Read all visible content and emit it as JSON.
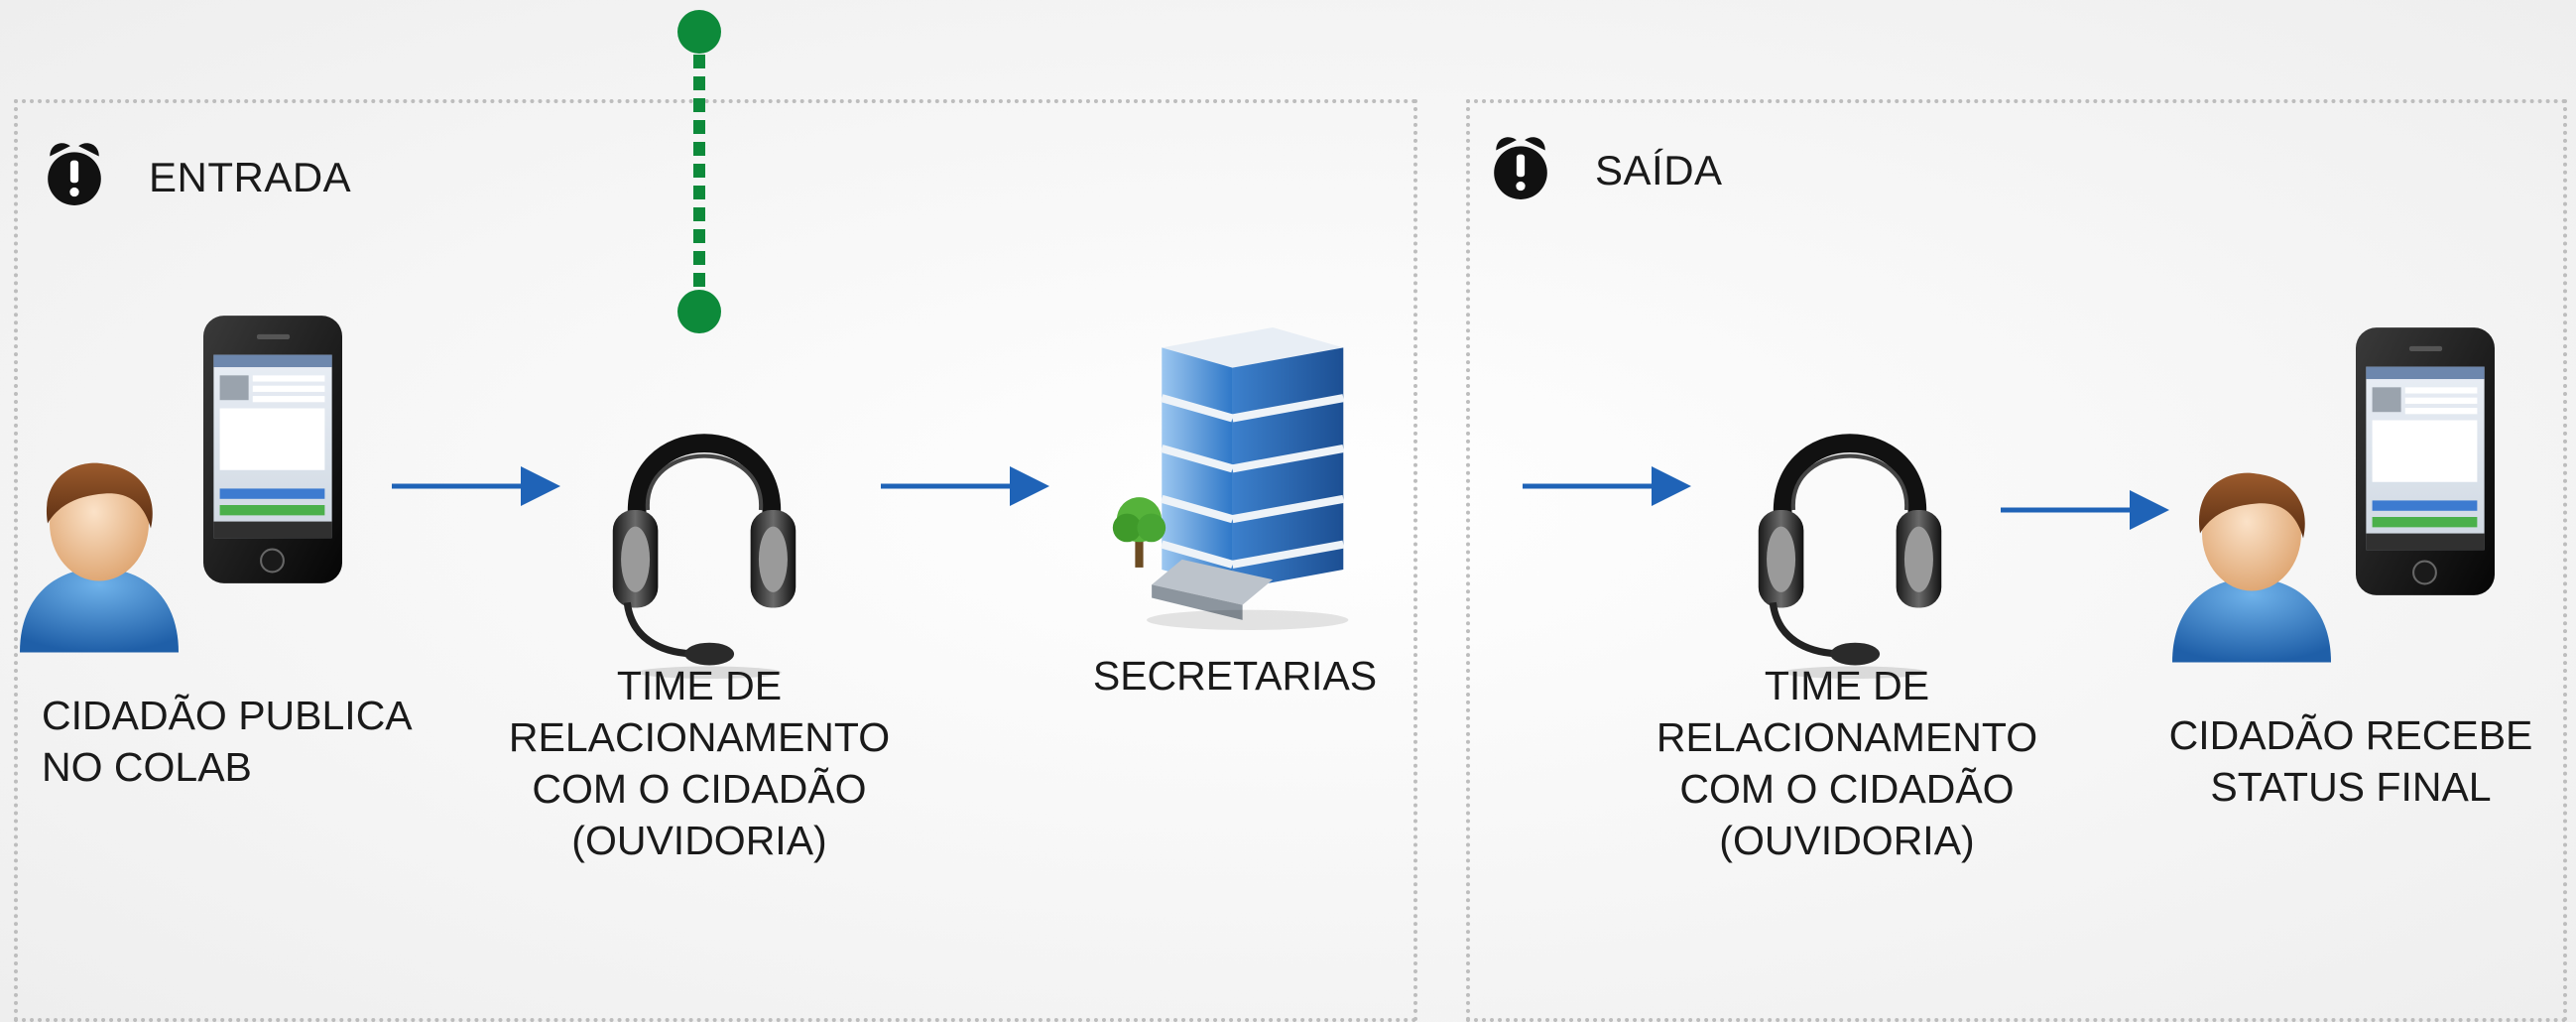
{
  "entrada": {
    "title": "ENTRADA"
  },
  "saida": {
    "title": "SAÍDA"
  },
  "labels": {
    "cidadao_publica": [
      "CIDADÃO PUBLICA",
      "NO COLAB"
    ],
    "time_entrada": [
      "TIME DE",
      "RELACIONAMENTO",
      "COM O CIDADÃO",
      "(OUVIDORIA)"
    ],
    "secretarias": "SECRETARIAS",
    "time_saida": [
      "TIME DE",
      "RELACIONAMENTO",
      "COM O CIDADÃO",
      "(OUVIDORIA)"
    ],
    "cidadao_recebe": [
      "CIDADÃO RECEBE",
      "STATUS FINAL"
    ]
  },
  "colors": {
    "arrow": "#1f63b7",
    "connector": "#0d8a3a",
    "border": "#bdbdbd"
  },
  "icons": [
    "alarm-clock-icon",
    "person-icon",
    "smartphone-icon",
    "headset-icon",
    "office-building-icon",
    "tree-icon",
    "arrow-right-icon"
  ]
}
